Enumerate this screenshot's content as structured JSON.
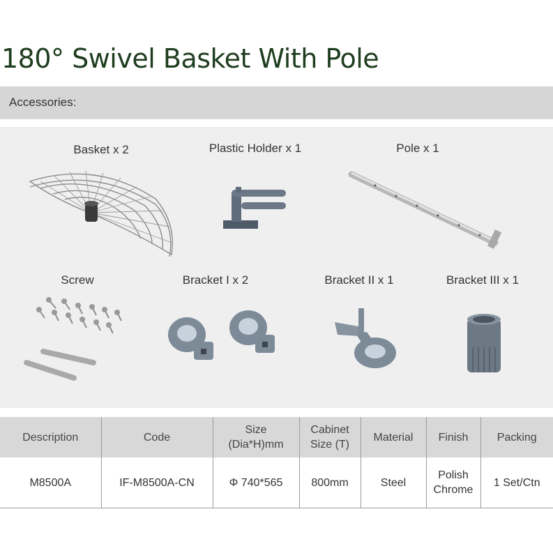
{
  "title": "180° Swivel Basket With Pole",
  "accessories_label": "Accessories:",
  "items": [
    {
      "label": "Basket x 2"
    },
    {
      "label": "Plastic Holder x 1"
    },
    {
      "label": "Pole x 1"
    },
    {
      "label": "Screw"
    },
    {
      "label": "Bracket I x 2"
    },
    {
      "label": "Bracket II x 1"
    },
    {
      "label": "Bracket III x 1"
    }
  ],
  "spec": {
    "headers": [
      "Description",
      "Code",
      "Size\n(Dia*H)mm",
      "Cabinet\nSize (T)",
      "Material",
      "Finish",
      "Packing"
    ],
    "row": [
      "M8500A",
      "IF-M8500A-CN",
      "Φ 740*565",
      "800mm",
      "Steel",
      "Polish\nChrome",
      "1 Set/Ctn"
    ]
  },
  "colors": {
    "title": "#1f3d1f",
    "bar": "#d6d6d6",
    "panel": "#efefef",
    "part_gray": "#7d8a98"
  }
}
